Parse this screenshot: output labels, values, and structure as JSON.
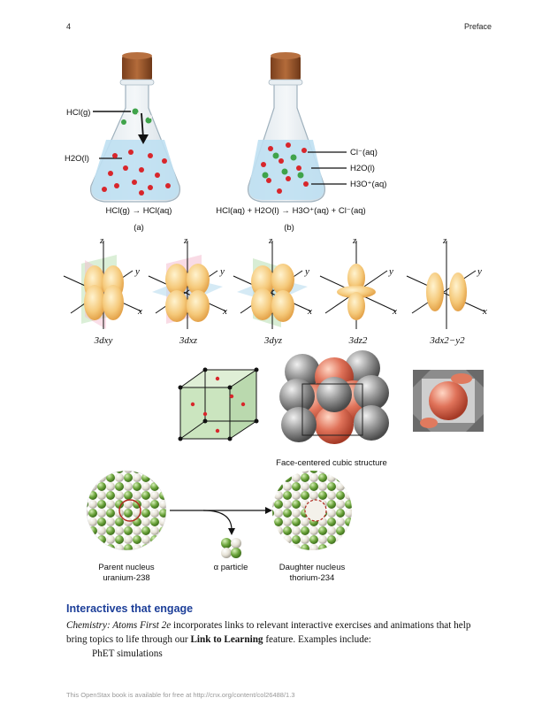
{
  "header": {
    "page_number": "4",
    "section": "Preface"
  },
  "flasks": {
    "a": {
      "hcl_label": "HCl(g)",
      "water_label": "H2O(l)",
      "equation": "HCl(g) → HCl(aq)",
      "caption": "(a)"
    },
    "b": {
      "cl_label": "Cl⁻(aq)",
      "water_label": "H2O(l)",
      "h3o_label": "H3O⁺(aq)",
      "equation": "HCl(aq) + H2O(l) → H3O⁺(aq) + Cl⁻(aq)",
      "caption": "(b)"
    }
  },
  "orbitals": {
    "axis_x": "x",
    "axis_y": "y",
    "axis_z": "z",
    "labels": [
      "3dxy",
      "3dxz",
      "3dyz",
      "3dz2",
      "3dx2−y2"
    ]
  },
  "cubic": {
    "caption": "Face-centered cubic structure"
  },
  "decay": {
    "parent": {
      "line1": "Parent nucleus",
      "line2": "uranium-238"
    },
    "alpha": "α particle",
    "daughter": {
      "line1": "Daughter nucleus",
      "line2": "thorium-234"
    }
  },
  "section": {
    "heading": "Interactives that engage",
    "para_title": "Chemistry: Atoms First 2e",
    "para_text1": " incorporates links to relevant interactive exercises and animations that help bring topics to life through our ",
    "para_bold": "Link to Learning",
    "para_text2": " feature. Examples include:",
    "bullet": "PhET simulations"
  },
  "footer": {
    "text": "This OpenStax book is available for free at http://cnx.org/content/col26488/1.3"
  },
  "colors": {
    "heading": "#1d3f99",
    "liquid": "#bfe0f2",
    "cork": "#9a5a30",
    "chlorine": "#3fa34a",
    "oxygen": "#d8262b",
    "orbital": "#f5c97a",
    "nucleus_green": "#6aa33a",
    "nucleus_white": "#e6e2d6"
  }
}
